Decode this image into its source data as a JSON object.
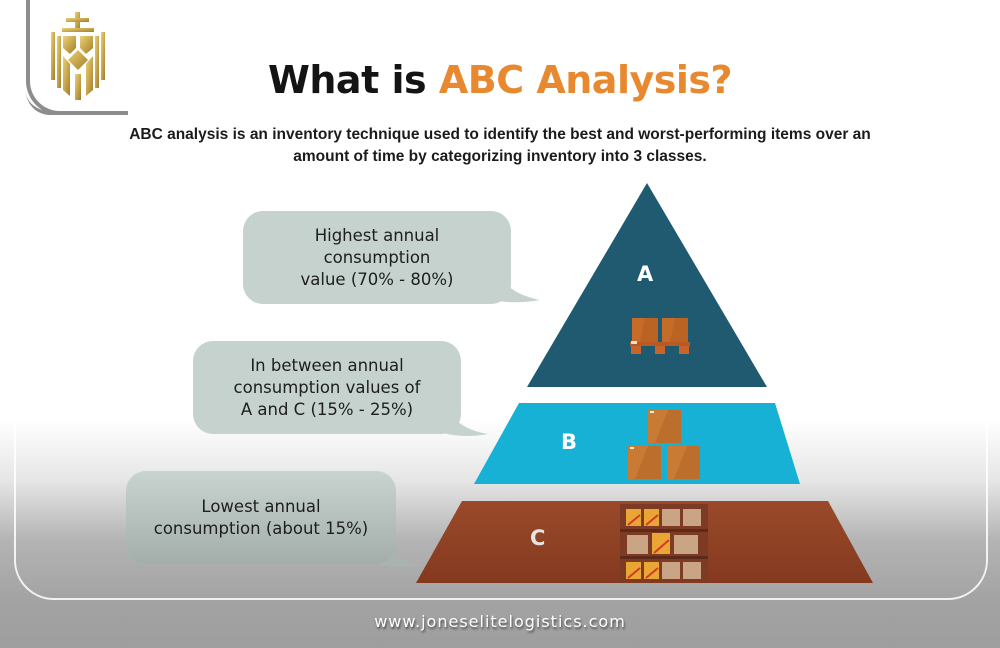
{
  "logo": {
    "icon": "crown-lion-crest-icon",
    "color": "#c9a84c"
  },
  "header": {
    "title_prefix": "What is ",
    "title_accent": "ABC Analysis?",
    "title_color": "#141414",
    "accent_color": "#e8892f",
    "subtitle": "ABC analysis is an inventory technique used to identify the best and worst-performing items over an amount of time by categorizing inventory into 3 classes."
  },
  "pyramid": {
    "tiers": [
      {
        "label": "A",
        "color": "#1f5a70",
        "icon": "pallet-boxes-icon",
        "description": "Highest annual\nconsumption\nvalue (70% - 80%)"
      },
      {
        "label": "B",
        "color": "#17b1d6",
        "icon": "stacked-boxes-icon",
        "description": "In between annual\nconsumption values of\nA and C (15% - 25%)"
      },
      {
        "label": "C",
        "color": "#8d4124",
        "icon": "warehouse-shelf-icon",
        "description": "Lowest annual\nconsumption (about 15%)"
      }
    ]
  },
  "footer": {
    "url": "www.joneselitelogistics.com"
  },
  "chart_data": {
    "type": "pyramid",
    "title": "What is ABC Analysis?",
    "subtitle": "ABC analysis is an inventory technique used to identify the best and worst-performing items over an amount of time by categorizing inventory into 3 classes.",
    "categories": [
      "A",
      "B",
      "C"
    ],
    "annotations": [
      "Highest annual consumption value (70% - 80%)",
      "In between annual consumption values of A and C (15% - 25%)",
      "Lowest annual consumption (about 15%)"
    ],
    "value_ranges_percent": [
      [
        70,
        80
      ],
      [
        15,
        25
      ],
      [
        15,
        15
      ]
    ]
  }
}
